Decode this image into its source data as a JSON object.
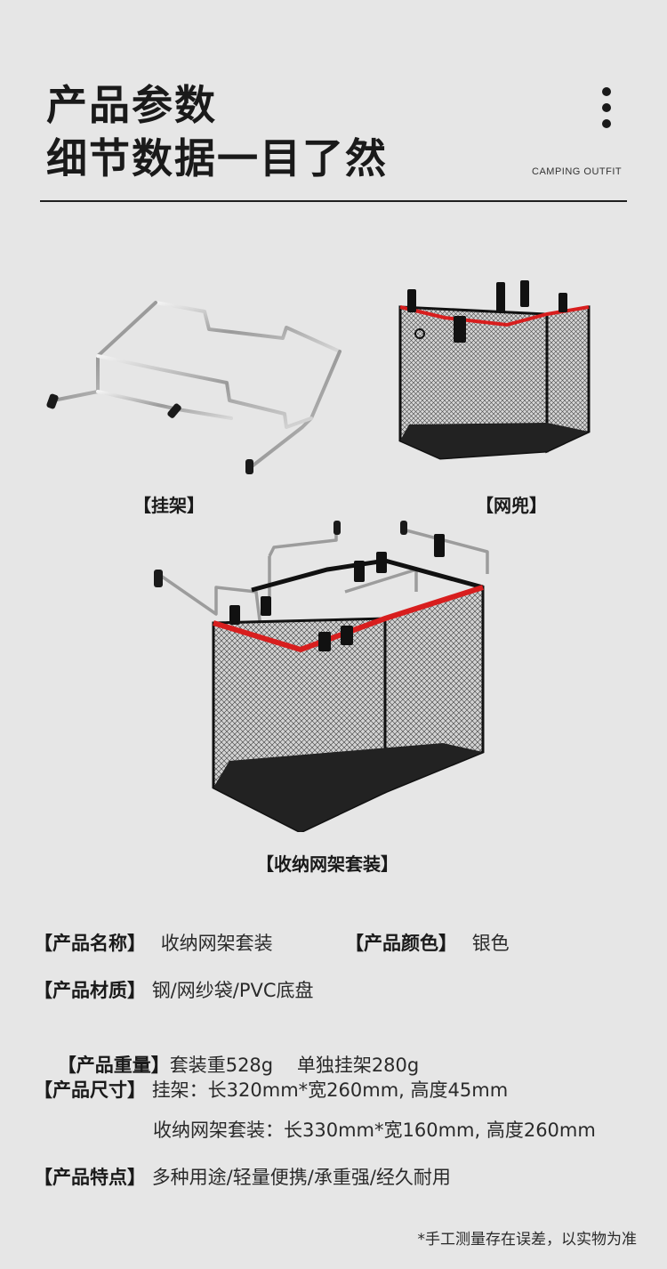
{
  "header": {
    "title_line1": "产品参数",
    "title_line2": "细节数据一目了然",
    "brand": "CAMPING OUTFIT",
    "menu_icon": "vertical-dots-icon"
  },
  "products": {
    "rack_caption": "【挂架】",
    "net_caption": "【网兜】",
    "set_caption": "【收纳网架套装】"
  },
  "specs": {
    "name_label": "【产品名称】",
    "name_value": "收纳网架套装",
    "color_label": "【产品颜色】",
    "color_value": "银色",
    "material_label": "【产品材质】",
    "material_value": "钢/网纱袋/PVC底盘",
    "weight_label": "【产品重量】",
    "weight_value": "套装重528g    单独挂架280g",
    "size_label": "【产品尺寸】",
    "size_value_1": "挂架：长320mm*宽260mm, 高度45mm",
    "size_value_2": "收纳网架套装：长330mm*宽160mm, 高度260mm",
    "feature_label": "【产品特点】",
    "feature_value": "多种用途/轻量便携/承重强/经久耐用"
  },
  "note": "*手工测量存在误差，以实物为准",
  "colors": {
    "background": "#e6e6e6",
    "accent_red": "#d81e1e",
    "mesh_black": "#1a1a1a",
    "steel": "#b8b8b8"
  }
}
